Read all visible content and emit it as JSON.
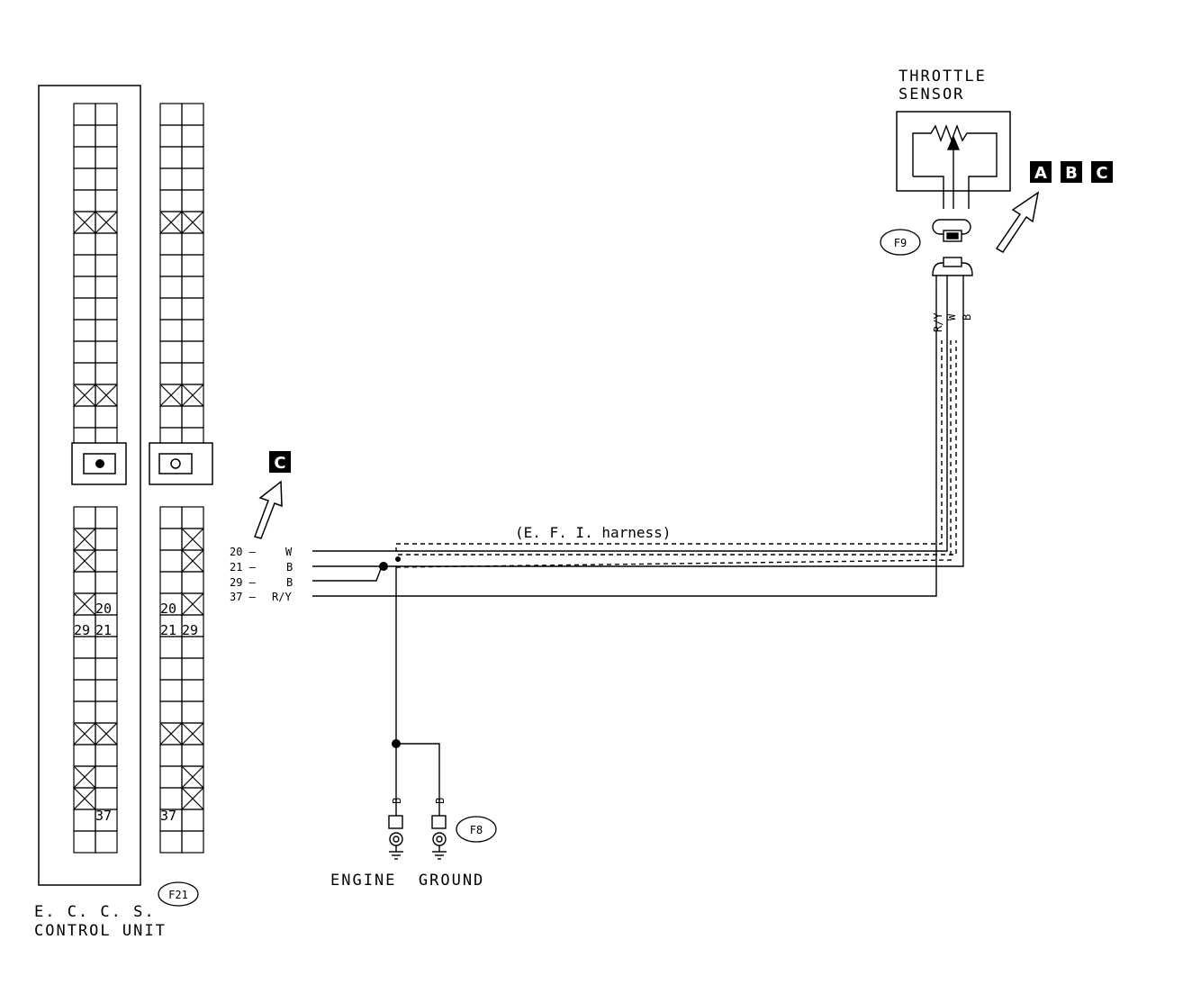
{
  "components": {
    "ecu_label_line1": "E. C. C. S.",
    "ecu_label_line2": "CONTROL UNIT",
    "ecu_connector": "F21",
    "throttle_line1": "THROTTLE",
    "throttle_line2": "SENSOR",
    "throttle_connector": "F9",
    "ground_label": "ENGINE  GROUND",
    "ground_connector": "F8",
    "harness_label": "(E. F. I. harness)"
  },
  "ecu_pins": {
    "p20": "20",
    "p21": "21",
    "p29": "29",
    "p37": "37"
  },
  "wires": [
    {
      "terminal": "20",
      "color": "W"
    },
    {
      "terminal": "21",
      "color": "B"
    },
    {
      "terminal": "29",
      "color": "B"
    },
    {
      "terminal": "37",
      "color": "R/Y"
    }
  ],
  "sensor_wires": [
    "R/Y",
    "W",
    "B"
  ],
  "ground_wires": [
    "B",
    "B"
  ],
  "badges": {
    "a": "A",
    "b": "B",
    "c": "C",
    "c2": "C"
  }
}
